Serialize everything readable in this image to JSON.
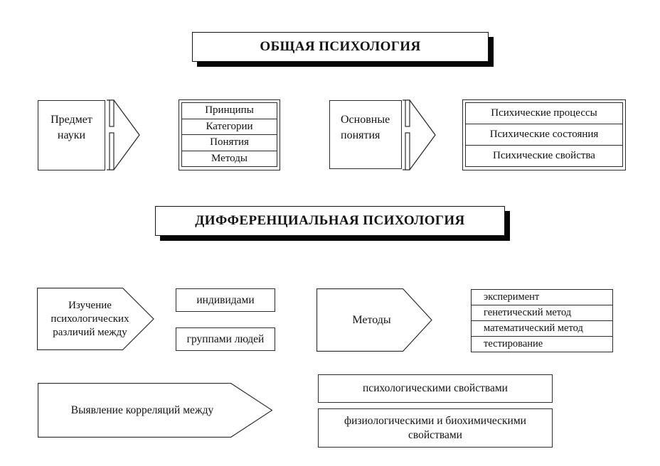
{
  "colors": {
    "background": "#ffffff",
    "line": "#2b2b2b",
    "title_shadow": "#060606",
    "text": "#111111"
  },
  "general": {
    "title": "ОБЩАЯ ПСИХОЛОГИЯ",
    "subject_label": "Предмет\nнауки",
    "subject_items": [
      "Принципы",
      "Категории",
      "Понятия",
      "Методы"
    ],
    "concepts_label": "Основные\nпонятия",
    "concept_items": [
      "Психические процессы",
      "Психические состояния",
      "Психические свойства"
    ]
  },
  "differential": {
    "title": "ДИФФЕРЕНЦИАЛЬНАЯ ПСИХОЛОГИЯ",
    "study_label": "Изучение\nпсихологических\nразличий между",
    "study_targets": [
      "индивидами",
      "группами людей"
    ],
    "methods_label": "Методы",
    "methods_items": [
      "эксперимент",
      "генетический метод",
      "математический метод",
      "тестирование"
    ],
    "correlations_label": "Выявление корреляций между",
    "correlation_targets": [
      "психологическими свойствами",
      "физиологическими и биохимическими\nсвойствами"
    ]
  }
}
